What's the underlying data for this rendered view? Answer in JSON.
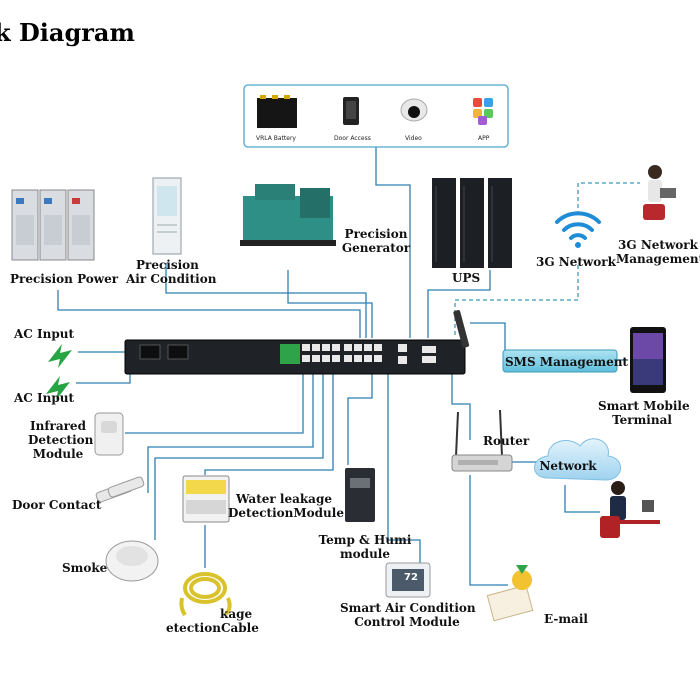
{
  "title": "k Diagram",
  "top_panel": {
    "items": [
      "VRLA Battery",
      "Door Access",
      "Video",
      "APP"
    ]
  },
  "labels": {
    "precision_power": "Precision Power",
    "precision_air_line1": "Precision",
    "precision_air_line2": "Air Condition",
    "precision_gen_line1": "Precision",
    "precision_gen_line2": "Generator",
    "ups": "UPS",
    "network_3g": "3G Network",
    "network_mgmt_line1": "3G Network",
    "network_mgmt_line2": "Management",
    "ac_input_1": "AC Input",
    "ac_input_2": "AC Input",
    "sms_management": "SMS Management",
    "smart_mobile_line1": "Smart Mobile",
    "smart_mobile_line2": "Terminal",
    "infrared_line1": "Infrared",
    "infrared_line2": "Detection",
    "infrared_line3": "Module",
    "router": "Router",
    "network": "Network",
    "door_contact": "Door Contact",
    "water_line1": "Water leakage",
    "water_line2": "DetectionModule",
    "temp_line1": "Temp & Humi",
    "temp_line2": "module",
    "smoke": "Smoke",
    "leak_cable_line1": "kage",
    "leak_cable_line2": "etectionCable",
    "smart_ac_line1": "Smart Air Condition",
    "smart_ac_line2": "Control Module",
    "email": "E-mail"
  },
  "thermostat_reading": "72",
  "colors": {
    "cable": "#2f7fb0",
    "dashed": "#3a9bb8",
    "sms_box": "#7fd0e6",
    "cloud": "#bfe3f5",
    "rack": "#1c1f24"
  }
}
